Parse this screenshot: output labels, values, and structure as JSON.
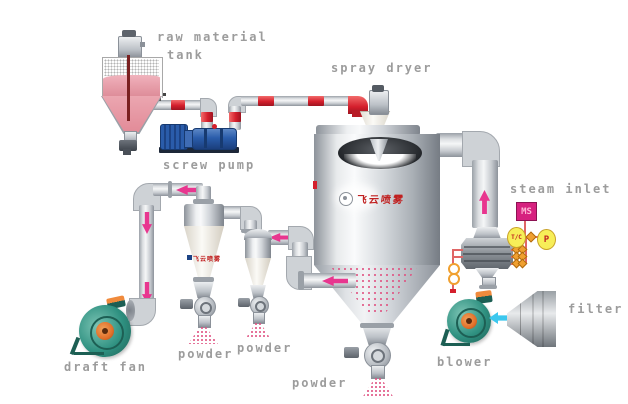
{
  "labels": {
    "raw_material_line1": "raw material",
    "raw_material_line2": "tank",
    "spray_dryer": "spray dryer",
    "screw_pump": "screw pump",
    "steam_inlet": "steam inlet",
    "filter": "filter",
    "blower": "blower",
    "draft_fan": "draft fan",
    "powder_cyclone1": "powder",
    "powder_cyclone2": "powder",
    "powder_dryer": "powder"
  },
  "instruments": {
    "ms_box": "MS",
    "temperature_controller": "T/C",
    "pressure_gauge": "P"
  },
  "decorative": {
    "dryer_brand_text_cjk": "飞云喷雾",
    "cyclone_brand_text_cjk": "飞云喷雾"
  },
  "flow_arrows": [
    {
      "location": "cyclone-outlet-top-pipe",
      "direction": "left"
    },
    {
      "location": "downcomer-to-draft-fan-upper",
      "direction": "down"
    },
    {
      "location": "downcomer-to-draft-fan-lower",
      "direction": "down"
    },
    {
      "location": "duct-into-secondary-cyclone",
      "direction": "left"
    },
    {
      "location": "dryer-cone-outlet-duct",
      "direction": "left"
    },
    {
      "location": "hot-air-riser-to-dryer",
      "direction": "up"
    },
    {
      "location": "filter-to-blower",
      "direction": "left"
    }
  ],
  "colors": {
    "accent_pink": "#e8368f",
    "valve_red": "#d41f2c",
    "pump_blue": "#2a5caa",
    "fan_teal": "#2f9181",
    "hub_orange": "#e2702a",
    "instrument_yellow": "#f7ee58",
    "ms_magenta": "#d6217f",
    "line_red": "#e06666",
    "label_gray": "#9c9c9c",
    "powder_pink": "#e05080",
    "liquid_pink": "#e9a2ad",
    "cyan": "#3cc7ee"
  }
}
